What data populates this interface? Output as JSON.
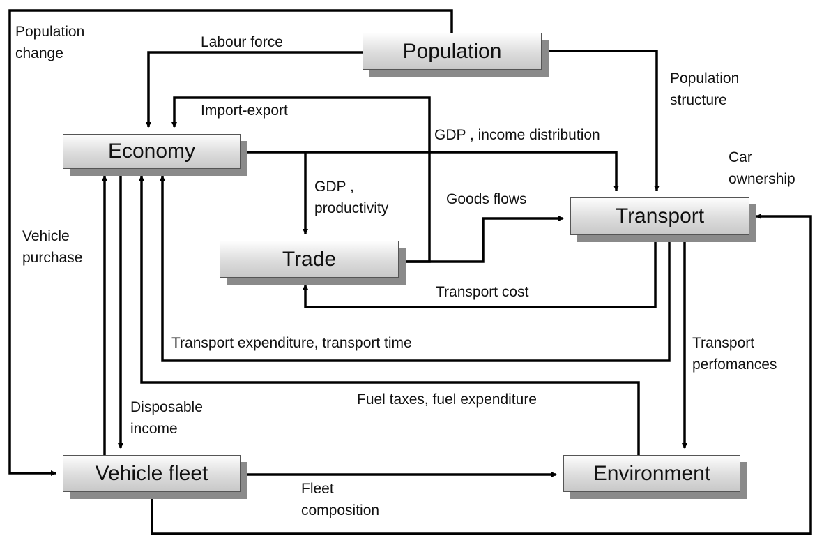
{
  "nodes": {
    "population": "Population",
    "economy": "Economy",
    "trade": "Trade",
    "transport": "Transport",
    "vehicle_fleet": "Vehicle fleet",
    "environment": "Environment"
  },
  "labels": {
    "population_change": "Population\nchange",
    "labour_force": "Labour force",
    "population_structure": "Population\nstructure",
    "import_export": "Import-export",
    "gdp_income": "GDP , income distribution",
    "car_ownership": "Car\nownership",
    "gdp_productivity": "GDP ,\nproductivity",
    "goods_flows": "Goods flows",
    "vehicle_purchase": "Vehicle\npurchase",
    "transport_cost": "Transport cost",
    "transport_expenditure": "Transport expenditure, transport time",
    "transport_performances": "Transport\nperfomances",
    "disposable_income": "Disposable\nincome",
    "fuel_taxes": "Fuel taxes, fuel expenditure",
    "fleet_composition": "Fleet\ncomposition"
  }
}
